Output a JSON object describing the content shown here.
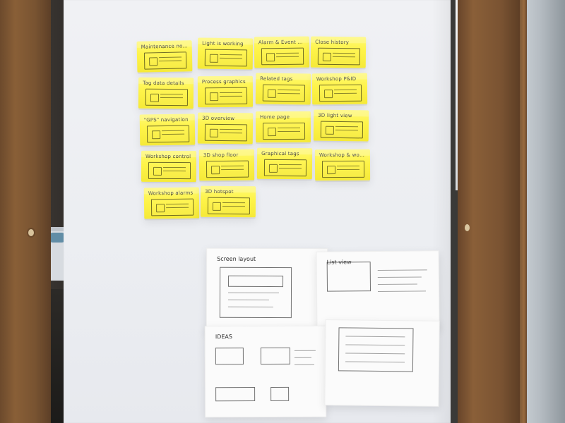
{
  "photo": {
    "description": ""
  },
  "sticky_notes": [
    {
      "title": "Maintenance notes"
    },
    {
      "title": "Light is working"
    },
    {
      "title": "Alarm & Event List"
    },
    {
      "title": "Close history"
    },
    {
      "title": "Tag data details"
    },
    {
      "title": "Process graphics"
    },
    {
      "title": "Related tags"
    },
    {
      "title": "Workshop P&ID"
    },
    {
      "title": "\"GPS\" navigation"
    },
    {
      "title": "3D overview"
    },
    {
      "title": "Home page"
    },
    {
      "title": "3D light view"
    },
    {
      "title": "Workshop control"
    },
    {
      "title": "3D shop floor"
    },
    {
      "title": "Graphical tags"
    },
    {
      "title": "Workshop & work area"
    },
    {
      "title": "Workshop alarms"
    },
    {
      "title": "3D hotspot"
    }
  ],
  "papers": {
    "top_left": {
      "head": "Screen layout"
    },
    "top_right": {
      "head": "List view"
    },
    "bottom_left": {
      "head": "IDEAS"
    },
    "bottom_right": {
      "head": ""
    }
  },
  "colors": {
    "wall": "#eceef2",
    "sticky": "#fff43f",
    "wood": "#8b5f35"
  }
}
